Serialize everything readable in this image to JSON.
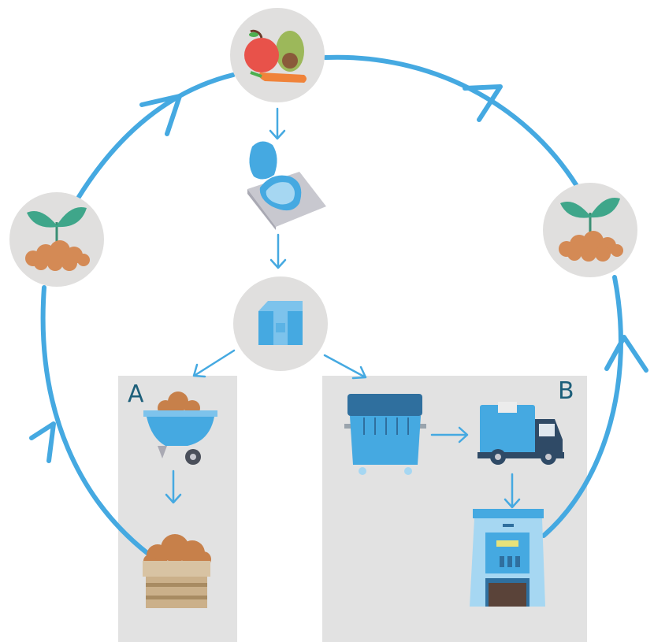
{
  "labels": {
    "option_a": "A",
    "option_b": "B"
  },
  "nodes": [
    {
      "id": "fresh-produce",
      "icon": "produce-icon"
    },
    {
      "id": "toilet",
      "icon": "toilet-icon"
    },
    {
      "id": "collection-box",
      "icon": "box-icon"
    },
    {
      "id": "seedling-left",
      "icon": "seedling-icon"
    },
    {
      "id": "seedling-right",
      "icon": "seedling-icon"
    },
    {
      "id": "wheelbarrow",
      "icon": "wheelbarrow-icon"
    },
    {
      "id": "compost-crate",
      "icon": "compost-crate-icon"
    },
    {
      "id": "waste-container",
      "icon": "container-bin-icon"
    },
    {
      "id": "delivery-truck",
      "icon": "truck-icon"
    },
    {
      "id": "processing-machine",
      "icon": "processing-machine-icon"
    }
  ],
  "colors": {
    "cycle_arrow": "#45a9e1",
    "node_circle": "#e0dfde",
    "panel": "#e2e2e2",
    "label": "#1d5f7a"
  }
}
